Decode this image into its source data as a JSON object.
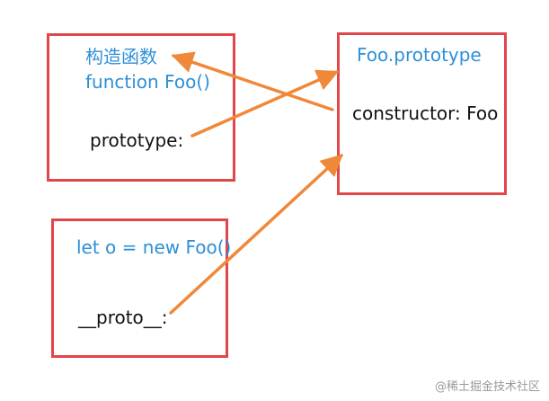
{
  "constructor_box": {
    "title_cn": "构造函数",
    "title_code": "function Foo()",
    "field": "prototype:"
  },
  "prototype_box": {
    "title": "Foo.prototype",
    "field": "constructor: Foo"
  },
  "instance_box": {
    "title": "let o = new Foo()",
    "field": "__proto__:"
  },
  "watermark": "@稀土掘金技术社区",
  "colors": {
    "box_border": "#e0464a",
    "arrow": "#f0883a",
    "blue_text": "#2e8fd6",
    "dark_text": "#111111"
  }
}
